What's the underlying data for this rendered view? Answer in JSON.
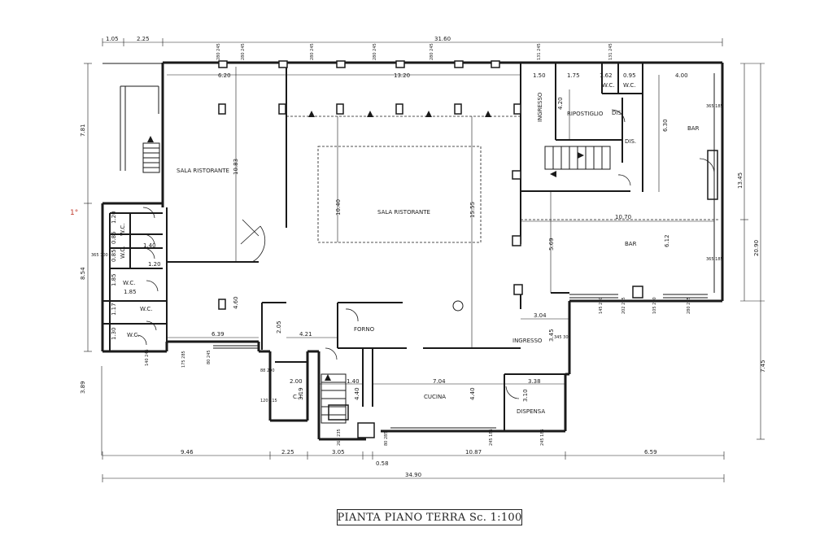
{
  "caption": "PIANTA PIANO TERRA   Sc. 1:100",
  "side_mark": "1°",
  "rooms": {
    "sala_left": "SALA RISTORANTE",
    "sala_center": "SALA RISTORANTE",
    "ingresso_top": "INGRESSO",
    "ripostiglio": "RIPOSTIGLIO",
    "wc_top_a": "W.C.",
    "wc_top_b": "W.C.",
    "dis_a": "DIS.",
    "dis_b": "DIS.",
    "bar_top": "BAR",
    "bar_main": "BAR",
    "forno": "FORNO",
    "ingresso_main": "INGRESSO",
    "cucina": "CUCINA",
    "dispensa": "DISPENSA",
    "ct": "C.T.",
    "wc_left_1": "W.C.",
    "wc_left_2": "W.C.",
    "wc_left_3": "W.C.",
    "wc_left_4": "W.C.",
    "wc_left_5": "W.C."
  },
  "dimensions": {
    "top_1_05": "1.05",
    "top_2_25": "2.25",
    "top_31_60": "31.60",
    "r_6_20": "6.20",
    "r_13_20": "13.20",
    "r_1_50": "1.50",
    "r_1_75": "1.75",
    "r_1_62": "1.62",
    "r_0_95": "0.95",
    "r_4_00": "4.00",
    "r_4_20": "4.20",
    "r_6_30": "6.30",
    "r_10_83": "10.83",
    "r_10_40": "10.40",
    "r_15_55": "15.55",
    "r_10_70": "10.70",
    "r_5_69": "5.69",
    "r_6_12": "6.12",
    "r_4_60": "4.60",
    "r_6_39": "6.39",
    "r_2_05": "2.05",
    "r_4_21": "4.21",
    "r_3_04": "3.04",
    "r_3_45": "3.45",
    "r_1_40a": "1.40",
    "r_1_40b": "1.40",
    "r_1_20a": "1.20",
    "r_1_20b": "1.20",
    "r_1_85a": "1.85",
    "r_1_85b": "1.85",
    "r_0_85a": "0.85",
    "r_0_85b": "0.85",
    "r_1_17": "1.17",
    "r_1_30": "1.30",
    "r_2_00": "2.00",
    "r_3_19": "3.19",
    "r_4_40a": "4.40",
    "r_4_40b": "4.40",
    "r_7_04": "7.04",
    "r_3_38": "3.38",
    "r_3_10": "3.10",
    "l_7_81": "7.81",
    "l_8_54": "8.54",
    "l_3_89": "3.89",
    "rt_13_45": "13.45",
    "rt_20_90": "20.90",
    "rt_7_45": "7.45",
    "b_9_46": "9.46",
    "b_2_25": "2.25",
    "b_3_05": "3.05",
    "b_0_58": "0.58",
    "b_10_87": "10.87",
    "b_6_59": "6.59",
    "b_34_90": "34.90"
  },
  "openings": {
    "o1": "280 245",
    "o2": "280 245",
    "o3": "280 245",
    "o4": "280 245",
    "o5": "280 245",
    "o6": "131 245",
    "o7": "131 245",
    "o8": "365 185",
    "o9": "365 185",
    "o10": "365 100",
    "o11": "145 270",
    "o12": "202 275",
    "o13": "105 270",
    "o14": "280 245",
    "o15": "345 300",
    "o16": "88 200",
    "o17": "120 115",
    "o18": "140 245",
    "o19": "175 285",
    "o20": "80 245",
    "o21": "265 235",
    "o22": "80 285",
    "o23": "245 185",
    "o24": "245 185"
  }
}
